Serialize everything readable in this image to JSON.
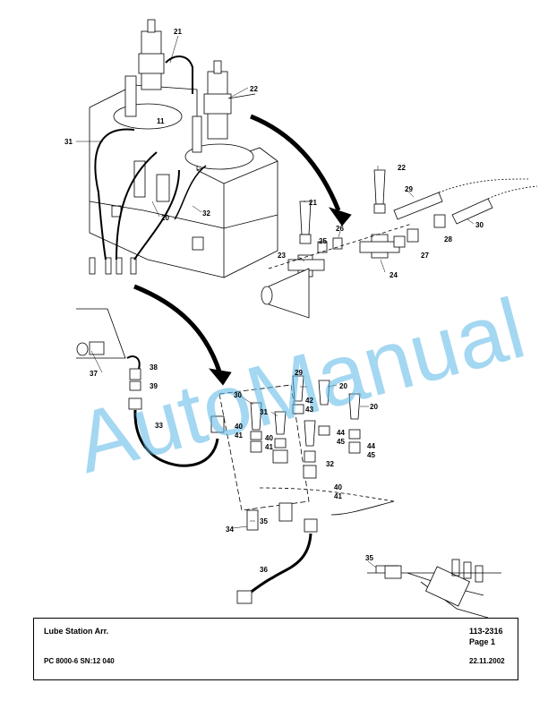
{
  "watermark": "AutoManual",
  "callouts": {
    "c21a": "21",
    "c22a": "22",
    "c11": "11",
    "c31a": "31",
    "c20a": "20",
    "c32a": "32",
    "c22b": "22",
    "c29a": "29",
    "c30a": "30",
    "c21b": "21",
    "c26": "26",
    "c25": "25",
    "c28": "28",
    "c27": "27",
    "c23": "23",
    "c24": "24",
    "c37": "37",
    "c38": "38",
    "c39": "39",
    "c33": "33",
    "c29b": "29",
    "c20b": "20",
    "c30b": "30",
    "c42": "42",
    "c43": "43",
    "c31b": "31",
    "c20c": "20",
    "c40a": "40",
    "c41a": "41",
    "c40b": "40",
    "c41b": "41",
    "c44a": "44",
    "c45a": "45",
    "c44b": "44",
    "c45b": "45",
    "c32b": "32",
    "c40c": "40",
    "c41c": "41",
    "c35a": "35",
    "c34": "34",
    "c36": "36",
    "c35b": "35"
  },
  "title_block": {
    "title": "Lube Station Arr.",
    "part_number": "113-2316",
    "page": "Page 1",
    "model": "PC 8000-6 SN:12 040",
    "date": "22.11.2002"
  }
}
